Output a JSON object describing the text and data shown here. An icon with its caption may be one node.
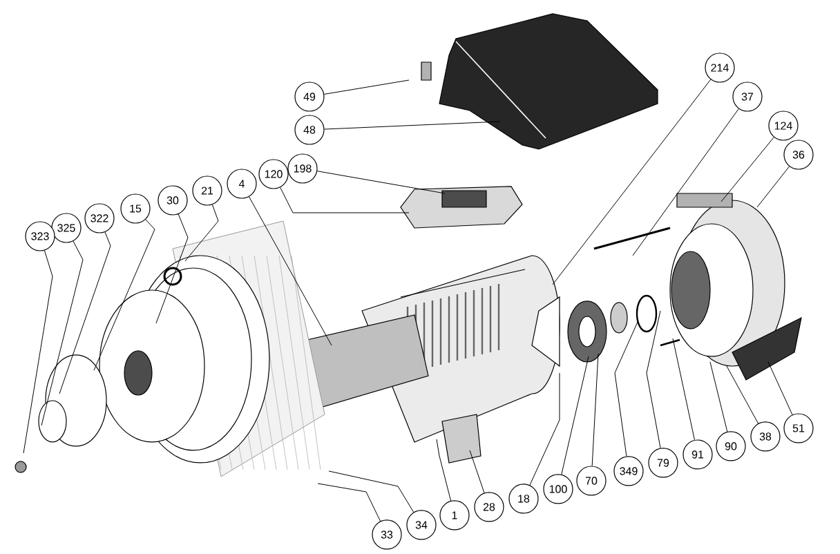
{
  "diagram": {
    "nodes": [
      {
        "text": [
          "49"
        ]
      },
      {
        "text": [
          "48"
        ]
      },
      {
        "text": [
          "214"
        ]
      },
      {
        "text": [
          "37"
        ]
      },
      {
        "text": [
          "124"
        ]
      },
      {
        "text": [
          "36"
        ]
      },
      {
        "text": [
          "198"
        ]
      },
      {
        "text": [
          "120"
        ]
      },
      {
        "text": [
          "4"
        ]
      },
      {
        "text": [
          "21"
        ]
      },
      {
        "text": [
          "30"
        ]
      },
      {
        "text": [
          "15"
        ]
      },
      {
        "text": [
          "322"
        ]
      },
      {
        "text": [
          "325"
        ]
      },
      {
        "text": [
          "323"
        ]
      },
      {
        "text": [
          "33"
        ]
      },
      {
        "text": [
          "34"
        ]
      },
      {
        "text": [
          "1"
        ]
      },
      {
        "text": [
          "28"
        ]
      },
      {
        "text": [
          "18"
        ]
      },
      {
        "text": [
          "100"
        ]
      },
      {
        "text": [
          "70"
        ]
      },
      {
        "text": [
          "349"
        ]
      },
      {
        "text": [
          "79"
        ]
      },
      {
        "text": [
          "91"
        ]
      },
      {
        "text": [
          "90"
        ]
      },
      {
        "text": [
          "38"
        ]
      },
      {
        "text": [
          "51"
        ]
      }
    ],
    "edges": [
      {
        "from": 0,
        "to": null,
        "arrow": "none"
      },
      {
        "from": 1,
        "to": null,
        "arrow": "none"
      },
      {
        "from": 2,
        "to": null,
        "arrow": "none"
      },
      {
        "from": 3,
        "to": null,
        "arrow": "none"
      },
      {
        "from": 4,
        "to": null,
        "arrow": "none"
      },
      {
        "from": 5,
        "to": null,
        "arrow": "none"
      },
      {
        "from": 6,
        "to": null,
        "arrow": "none"
      },
      {
        "from": 7,
        "to": null,
        "arrow": "none"
      },
      {
        "from": 8,
        "to": null,
        "arrow": "none"
      },
      {
        "from": 9,
        "to": null,
        "arrow": "none"
      },
      {
        "from": 10,
        "to": null,
        "arrow": "none"
      },
      {
        "from": 11,
        "to": null,
        "arrow": "none"
      },
      {
        "from": 12,
        "to": null,
        "arrow": "none"
      },
      {
        "from": 13,
        "to": null,
        "arrow": "none"
      },
      {
        "from": 14,
        "to": null,
        "arrow": "none"
      },
      {
        "from": 15,
        "to": null,
        "arrow": "none"
      },
      {
        "from": 16,
        "to": null,
        "arrow": "none"
      },
      {
        "from": 17,
        "to": null,
        "arrow": "none"
      },
      {
        "from": 18,
        "to": null,
        "arrow": "none"
      },
      {
        "from": 19,
        "to": null,
        "arrow": "none"
      },
      {
        "from": 20,
        "to": null,
        "arrow": "none"
      },
      {
        "from": 21,
        "to": null,
        "arrow": "none"
      },
      {
        "from": 22,
        "to": null,
        "arrow": "none"
      },
      {
        "from": 23,
        "to": null,
        "arrow": "none"
      },
      {
        "from": 24,
        "to": null,
        "arrow": "none"
      },
      {
        "from": 25,
        "to": null,
        "arrow": "none"
      },
      {
        "from": 26,
        "to": null,
        "arrow": "none"
      },
      {
        "from": 27,
        "to": null,
        "arrow": "none"
      }
    ]
  }
}
